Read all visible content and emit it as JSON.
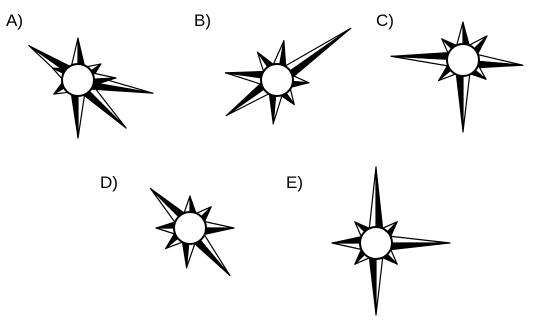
{
  "options": [
    {
      "label": "A)"
    },
    {
      "label": "B)"
    },
    {
      "label": "C)"
    },
    {
      "label": "D)"
    },
    {
      "label": "E)"
    }
  ],
  "colors": {
    "ink": "#000000",
    "paper": "#ffffff"
  }
}
